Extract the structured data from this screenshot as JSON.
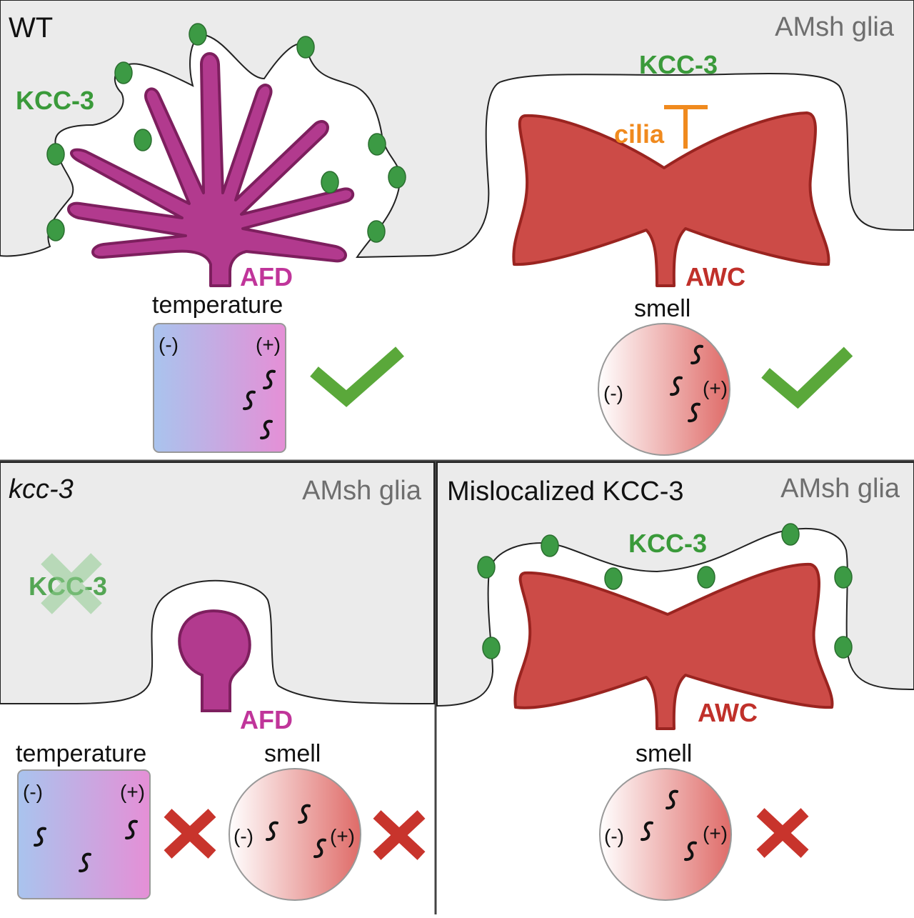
{
  "panels": {
    "wt": {
      "title": "WT",
      "glia_label": "AMsh glia",
      "kcc3_left": "KCC-3",
      "kcc3_right": "KCC-3",
      "cilia_label": "cilia",
      "afd_label": "AFD",
      "awc_label": "AWC",
      "temperature_label": "temperature",
      "smell_label": "smell",
      "minus": "(-)",
      "plus": "(+)",
      "temperature_result": "check",
      "smell_result": "check"
    },
    "kcc3_mutant": {
      "title": "kcc-3",
      "glia_label": "AMsh glia",
      "kcc3_crossed": "KCC-3",
      "afd_label": "AFD",
      "temperature_label": "temperature",
      "smell_label": "smell",
      "minus": "(-)",
      "plus": "(+)",
      "temperature_result": "cross",
      "smell_result": "cross"
    },
    "mislocalized": {
      "title": "Mislocalized KCC-3",
      "glia_label": "AMsh glia",
      "kcc3_label": "KCC-3",
      "awc_label": "AWC",
      "smell_label": "smell",
      "minus": "(-)",
      "plus": "(+)",
      "smell_result": "cross"
    }
  },
  "colors": {
    "glia_bg": "#ebebeb",
    "afd": "#b23a8e",
    "afd_stroke": "#7d1f5e",
    "awc": "#cc4b47",
    "awc_stroke": "#9a2420",
    "kcc3_dot": "#3c9a44",
    "check": "#5aa83a",
    "cross": "#c8342c",
    "gradient_cool": "#a9c4ee",
    "gradient_warm": "#e58fd6"
  },
  "icons": [
    "check-icon",
    "cross-icon",
    "odor-squiggle-icon",
    "cilia-t-icon"
  ]
}
